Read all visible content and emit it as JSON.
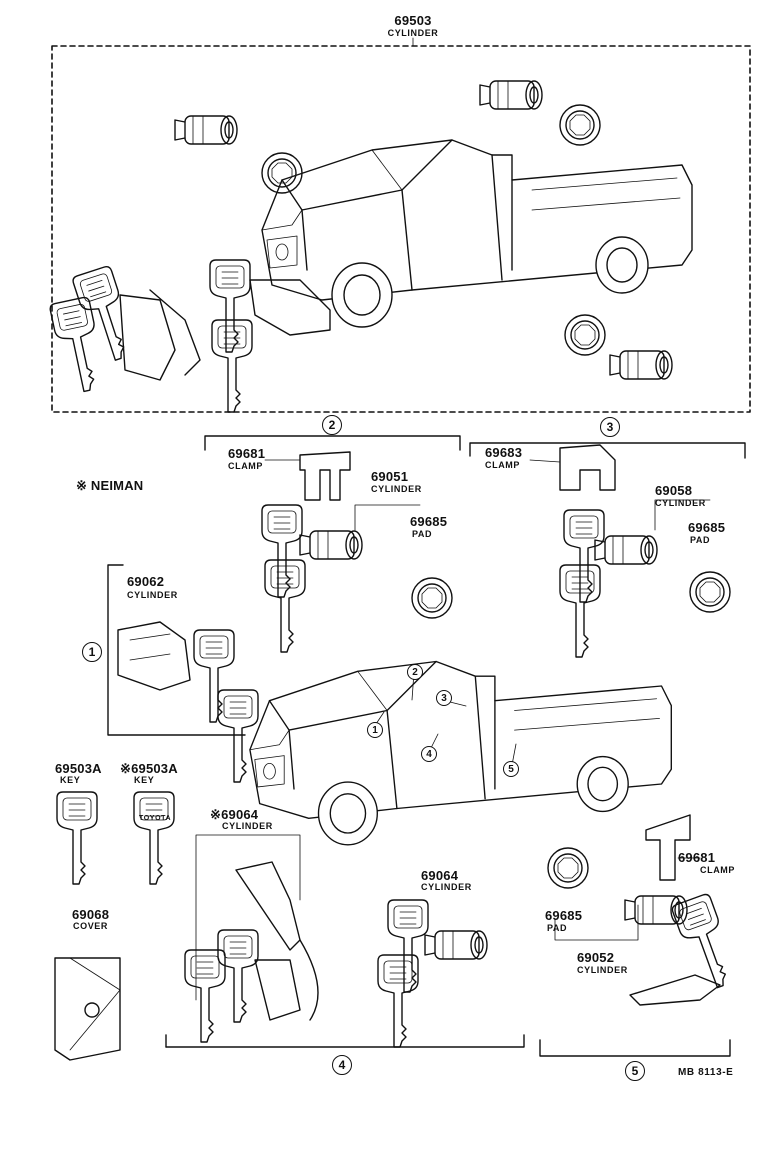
{
  "labels": {
    "top_cylinder_num": "69503",
    "top_cylinder_name": "CYLINDER",
    "clamp_69681_num": "69681",
    "clamp_69681_name": "CLAMP",
    "cyl_69051_num": "69051",
    "cyl_69051_name": "CYLINDER",
    "pad_a_num": "69685",
    "pad_a_name": "PAD",
    "clamp_69683_num": "69683",
    "clamp_69683_name": "CLAMP",
    "cyl_69058_num": "69058",
    "cyl_69058_name": "CYLINDER",
    "pad_b_num": "69685",
    "pad_b_name": "PAD",
    "neiman_note": "※ NEIMAN",
    "cyl_69062_num": "69062",
    "cyl_69062_name": "CYLINDER",
    "key_a_num": "69503A",
    "key_a_name": "KEY",
    "key_b_num": "※69503A",
    "key_b_name": "KEY",
    "cover_num": "69068",
    "cover_name": "COVER",
    "cyl_69064_star_num": "※69064",
    "cyl_69064_star_name": "CYLINDER",
    "cyl_69064_num": "69064",
    "cyl_69064_name": "CYLINDER",
    "pad_c_num": "69685",
    "pad_c_name": "PAD",
    "clamp_c_num": "69681",
    "clamp_c_name": "CLAMP",
    "cyl_69052_num": "69052",
    "cyl_69052_name": "CYLINDER",
    "key_tag_text": "TOYOTA",
    "drawing_code": "MB 8113-E"
  },
  "callouts": {
    "c1": "1",
    "c2": "2",
    "c3": "3",
    "c4": "4",
    "c5": "5"
  },
  "icons": {
    "truck": "pickup-truck-icon",
    "key": "key-icon",
    "cylinder": "lock-cylinder-icon",
    "pad": "pad-ring-icon",
    "clamp": "clamp-icon",
    "cover": "key-cover-icon"
  }
}
